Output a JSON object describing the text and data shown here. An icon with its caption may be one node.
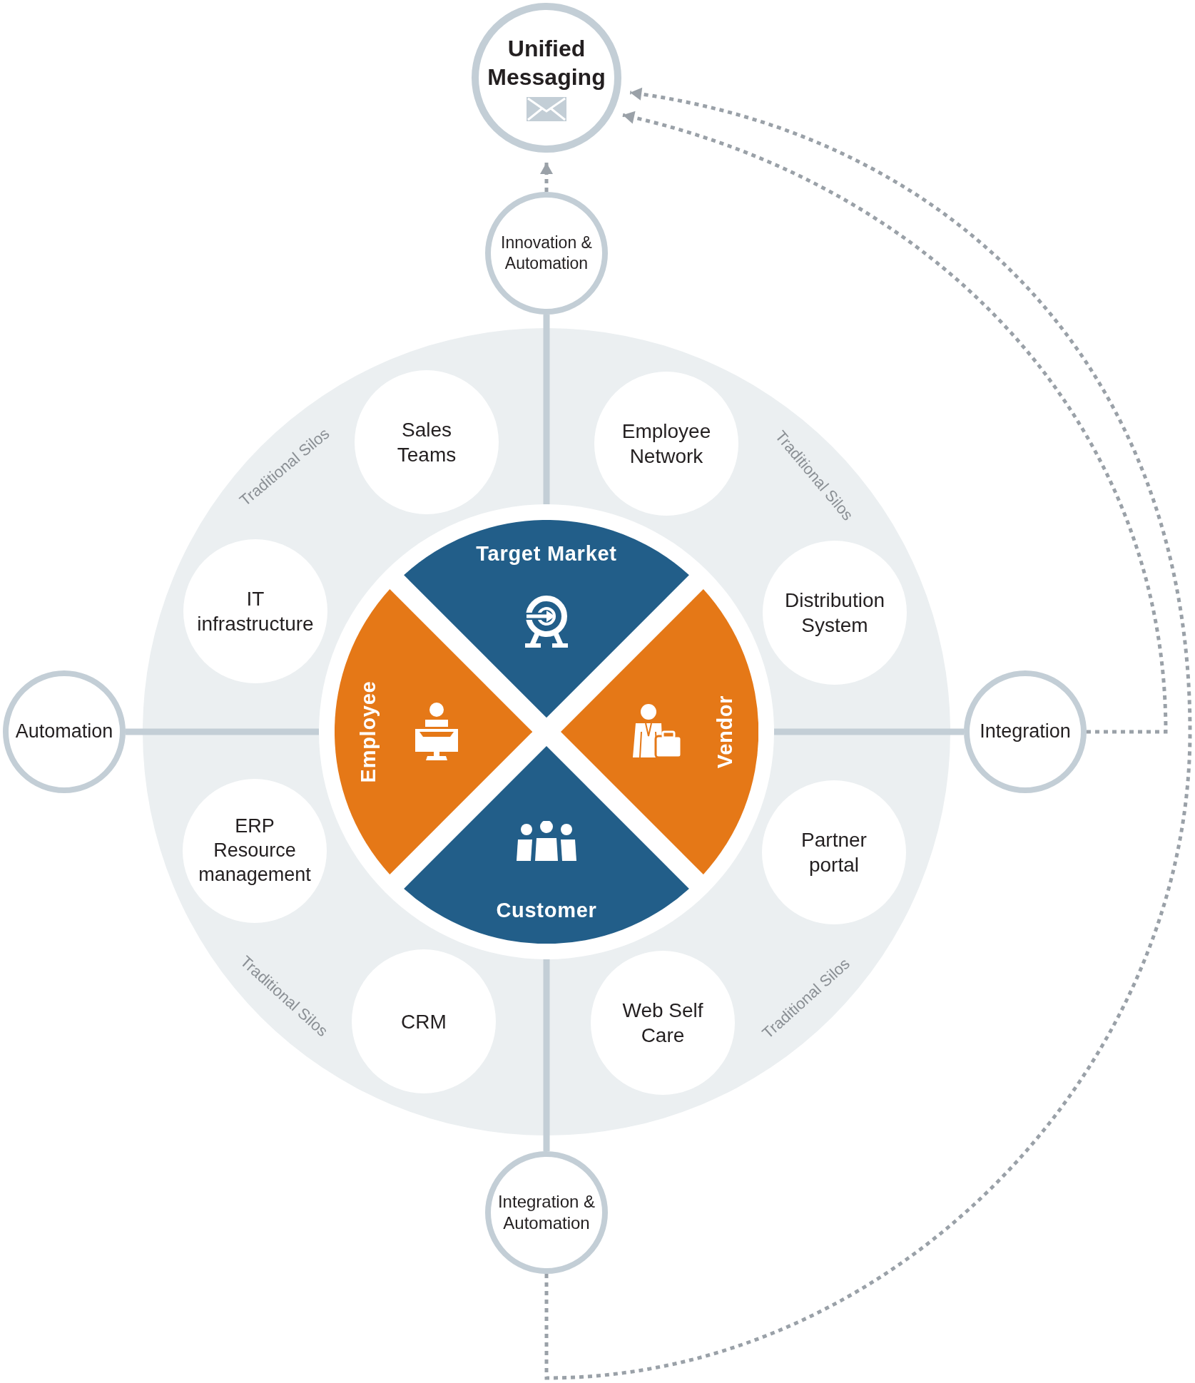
{
  "diagram": {
    "nodes": [
      {
        "text": [
          "Unified Messaging"
        ]
      },
      {
        "text": [
          "Innovation & Automation"
        ]
      },
      {
        "text": [
          "Sales Teams"
        ]
      },
      {
        "text": [
          "Employee Network"
        ]
      },
      {
        "text": [
          "IT infrastructure"
        ]
      },
      {
        "text": [
          "Distribution System"
        ]
      },
      {
        "text": [
          "Automation"
        ]
      },
      {
        "text": [],
        "shape": "circle"
      },
      {
        "text": [
          "Target Market"
        ],
        "in": 7
      },
      {
        "text": [
          "Employee"
        ],
        "in": 7
      },
      {
        "text": [
          "Vendor"
        ],
        "in": 7
      },
      {
        "text": [
          "Customer"
        ],
        "in": 7
      },
      {
        "text": [
          "Integration"
        ]
      },
      {
        "text": [
          "ERP Resource management"
        ]
      },
      {
        "text": [
          "Partner portal"
        ]
      },
      {
        "text": [
          "CRM"
        ]
      },
      {
        "text": [
          "Web Self Care"
        ]
      },
      {
        "text": [
          "Integration & Automation"
        ]
      }
    ],
    "edges": [
      {
        "from": 1,
        "to": 0,
        "arrow": "to",
        "style": "dashed",
        "color": "#9aa1a8"
      },
      {
        "from": 12,
        "to": 0,
        "arrow": "to",
        "style": "dashed",
        "color": "#9aa1a8"
      },
      {
        "from": 17,
        "to": 0,
        "arrow": "to",
        "style": "dashed",
        "color": "#9aa1a8"
      },
      {
        "from": 1,
        "to": 7,
        "arrow": "none"
      },
      {
        "from": 6,
        "to": 7,
        "arrow": "none"
      },
      {
        "from": 12,
        "to": 7,
        "arrow": "none"
      },
      {
        "from": 17,
        "to": 7,
        "arrow": "none"
      }
    ],
    "labels": [
      "Traditional Silos",
      "Traditional Silos",
      "Traditional Silos",
      "Traditional Silos"
    ]
  }
}
